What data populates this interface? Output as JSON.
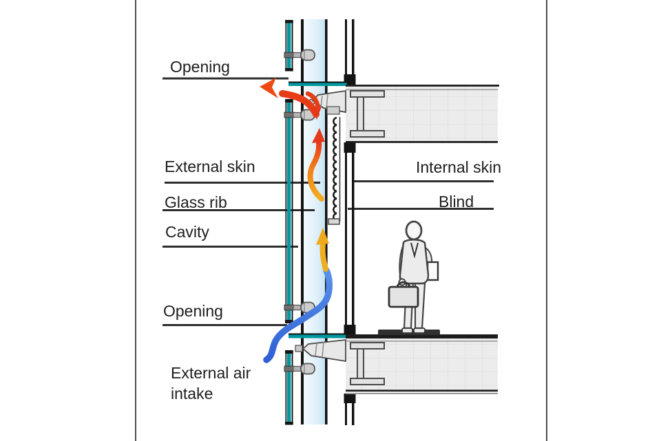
{
  "figure": {
    "kind": "double-skin facade vertical section diagram",
    "labels": {
      "opening_top": "Opening",
      "external_skin": "External skin",
      "glass_rib": "Glass rib",
      "cavity": "Cavity",
      "opening_bottom": "Opening",
      "external_air_intake": "External air intake",
      "internal_skin": "Internal skin",
      "blind": "Blind"
    },
    "colors": {
      "glass_teal": "#00979f",
      "glass_rib_light": "#f0f8fc",
      "glass_rib_shade": "#cde6f4",
      "slab_fill": "#ececec",
      "slab_grid": "#dcdcdc",
      "line_black": "#161616",
      "metal_gray": "#cdcdcd",
      "arrow_red": "#e6391c",
      "arrow_orange": "#f08019",
      "arrow_yellow": "#f0ad1e",
      "arrow_blue": "#3d6fe0"
    },
    "flow_arrows": {
      "exhaust_top": "red",
      "cavity_rising": "yellow-to-red",
      "intake_bottom": "blue-to-yellow"
    }
  }
}
